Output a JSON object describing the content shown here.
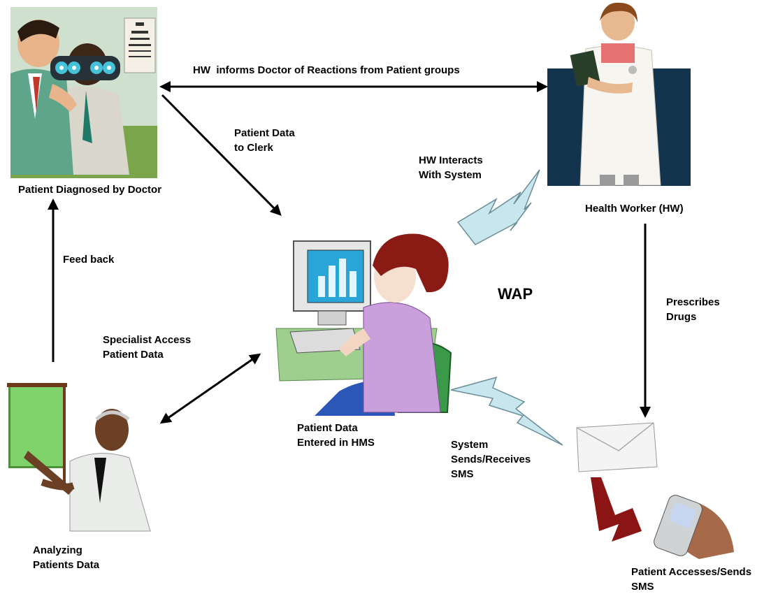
{
  "labels": {
    "doctor_caption": "Patient Diagnosed by Doctor",
    "hw_informs": "HW  informs Doctor of Reactions from Patient groups",
    "patient_data_clerk": "Patient Data\nto Clerk",
    "hw_interacts": "HW Interacts\nWith System",
    "health_worker_caption": "Health Worker (HW)",
    "feed_back": "Feed back",
    "wap": "WAP",
    "prescribes_drugs": "Prescribes\nDrugs",
    "specialist_access": "Specialist Access\nPatient Data",
    "clerk_caption": "Patient Data\nEntered in HMS",
    "system_sms": "System\nSends/Receives\nSMS",
    "analyzing_caption": "Analyzing\nPatients Data",
    "patient_sms_caption": "Patient Accesses/Sends\nSMS"
  },
  "colors": {
    "arrow": "#000000",
    "lightning": "#c8e6ee",
    "lightning_stroke": "#6a8d96",
    "hw_panel": "#13344d",
    "sms_arrow": "#8b1414",
    "screen": "#29a5d8",
    "sweater": "#c9a0dc",
    "hair": "#8a1a14"
  },
  "icons": [
    "doctor-eye-exam-illustration",
    "health-worker-illustration",
    "clerk-computer-illustration",
    "specialist-presenter-illustration",
    "envelope-icon",
    "mobile-phone-icon",
    "lightning-bolt-icon"
  ]
}
